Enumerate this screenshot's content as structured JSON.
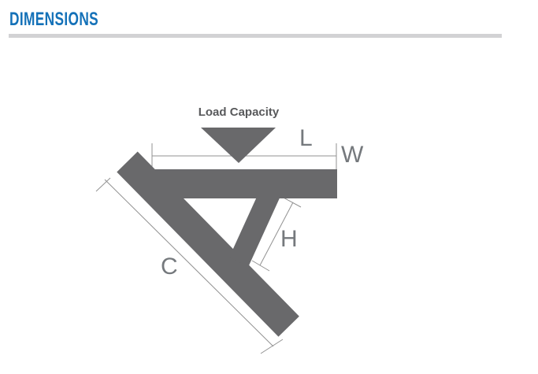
{
  "header": {
    "title": "DIMENSIONS"
  },
  "diagram": {
    "load_capacity_label": "Load Capacity",
    "dimension_labels": {
      "length": "L",
      "width": "W",
      "height": "H",
      "cross_arm": "C"
    },
    "colors": {
      "title_blue": "#1471b8",
      "bar_gray": "#69696b",
      "dim_line_gray": "#929292",
      "label_gray": "#75797d",
      "load_text_gray": "#58595b",
      "divider_gray": "#d2d2d4"
    }
  }
}
